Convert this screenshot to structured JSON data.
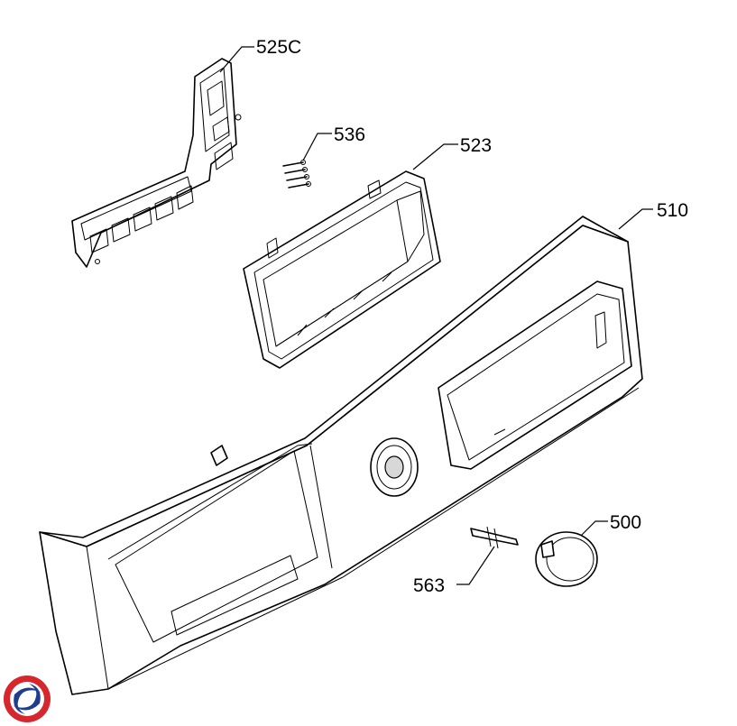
{
  "parts": [
    {
      "id": "525C",
      "label": "525C"
    },
    {
      "id": "536",
      "label": "536"
    },
    {
      "id": "523",
      "label": "523"
    },
    {
      "id": "510",
      "label": "510"
    },
    {
      "id": "500",
      "label": "500"
    },
    {
      "id": "563",
      "label": "563"
    }
  ],
  "logo": {
    "colors": [
      "#d7262e",
      "#1f3d8f"
    ]
  }
}
